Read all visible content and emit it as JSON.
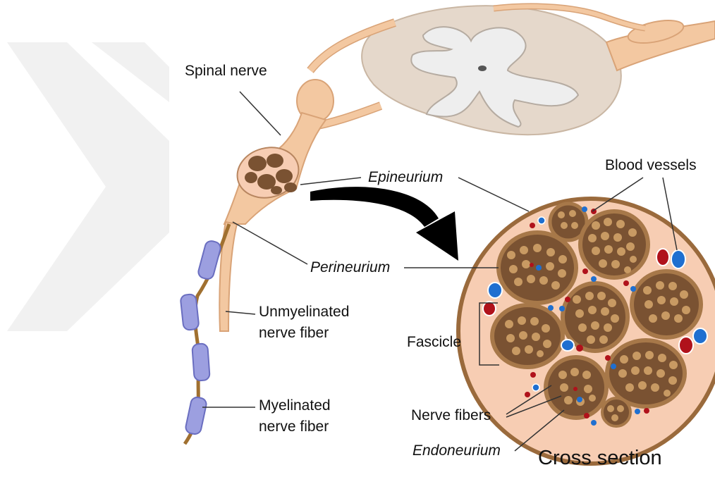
{
  "labels": {
    "spinal_nerve": "Spinal nerve",
    "epineurium": "Epineurium",
    "perineurium": "Perineurium",
    "unmyelinated_line1": "Unmyelinated",
    "unmyelinated_line2": "nerve fiber",
    "myelinated_line1": "Myelinated",
    "myelinated_line2": "nerve fiber",
    "blood_vessels": "Blood vessels",
    "fascicle": "Fascicle",
    "nerve_fibers": "Nerve fibers",
    "endoneurium": "Endoneurium",
    "cross_section": "Cross section"
  },
  "colors": {
    "nerve_skin": "#f3c8a1",
    "nerve_outline": "#d9a377",
    "cross_section_fill": "#f7cdb3",
    "cross_section_rim": "#9a6a3c",
    "fascicle_fill": "#7a5232",
    "fascicle_rim": "#a77849",
    "fiber_fill": "#c89a63",
    "myelin_sheath": "#9c9fe0",
    "axon": "#a07030",
    "artery": "#b0121b",
    "vein": "#1f6fd0",
    "spinal_cord": "#e5d8cb",
    "gray_matter": "#eeeeee",
    "arrow": "#000000",
    "watermark": "#f0f0f0"
  }
}
